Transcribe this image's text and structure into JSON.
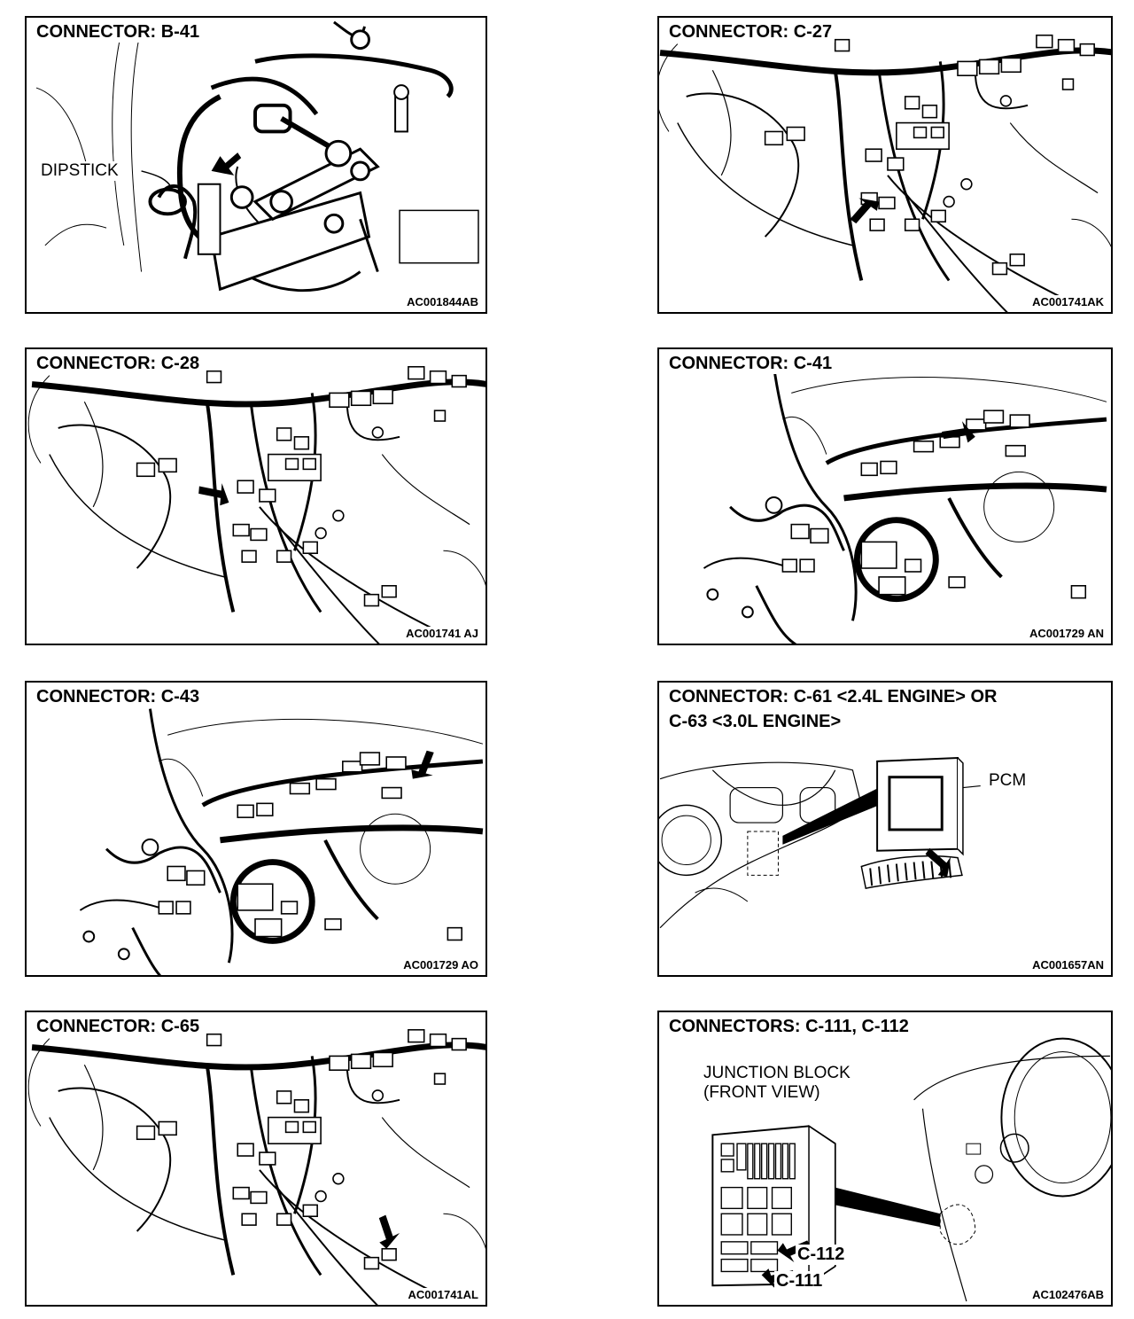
{
  "panels": [
    {
      "title": "CONNECTOR: B-41",
      "code": "AC001844AB",
      "callout": "DIPSTICK"
    },
    {
      "title": "CONNECTOR: C-27",
      "code": "AC001741AK"
    },
    {
      "title": "CONNECTOR: C-28",
      "code": "AC001741 AJ"
    },
    {
      "title": "CONNECTOR: C-41",
      "code": "AC001729 AN"
    },
    {
      "title": "CONNECTOR: C-43",
      "code": "AC001729 AO"
    },
    {
      "title": "CONNECTOR: C-61 <2.4L ENGINE> OR",
      "title_line2": "C-63 <3.0L ENGINE>",
      "code": "AC001657AN",
      "callout": "PCM"
    },
    {
      "title": "CONNECTOR: C-65",
      "code": "AC001741AL"
    },
    {
      "title": "CONNECTORS: C-111, C-112",
      "code": "AC102476AB",
      "callout_line1": "JUNCTION BLOCK",
      "callout_line2": "(FRONT VIEW)",
      "label_a": "C-112",
      "label_b": "C-111"
    }
  ],
  "colors": {
    "line": "#000000",
    "background": "#ffffff"
  }
}
